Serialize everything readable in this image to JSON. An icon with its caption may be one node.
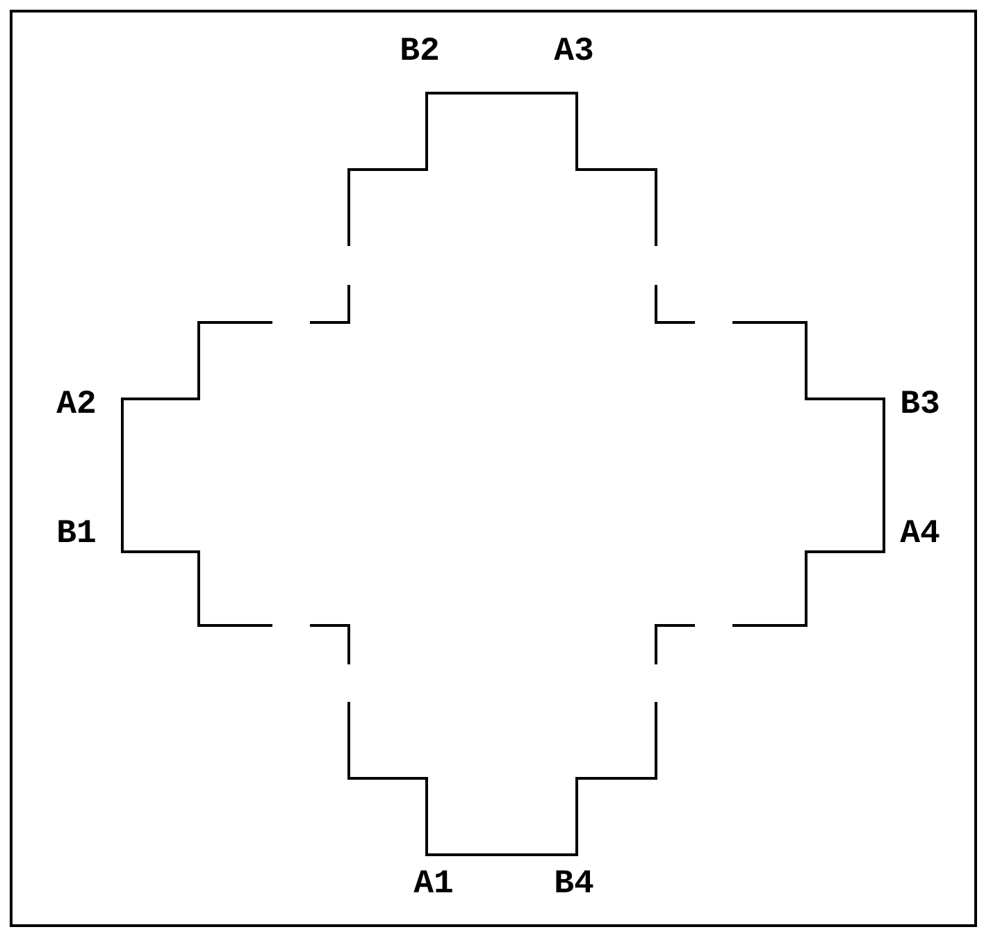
{
  "diagram": {
    "labels": [
      "B2",
      "A3",
      "A2",
      "B3",
      "B1",
      "A4",
      "A1",
      "B4"
    ]
  }
}
